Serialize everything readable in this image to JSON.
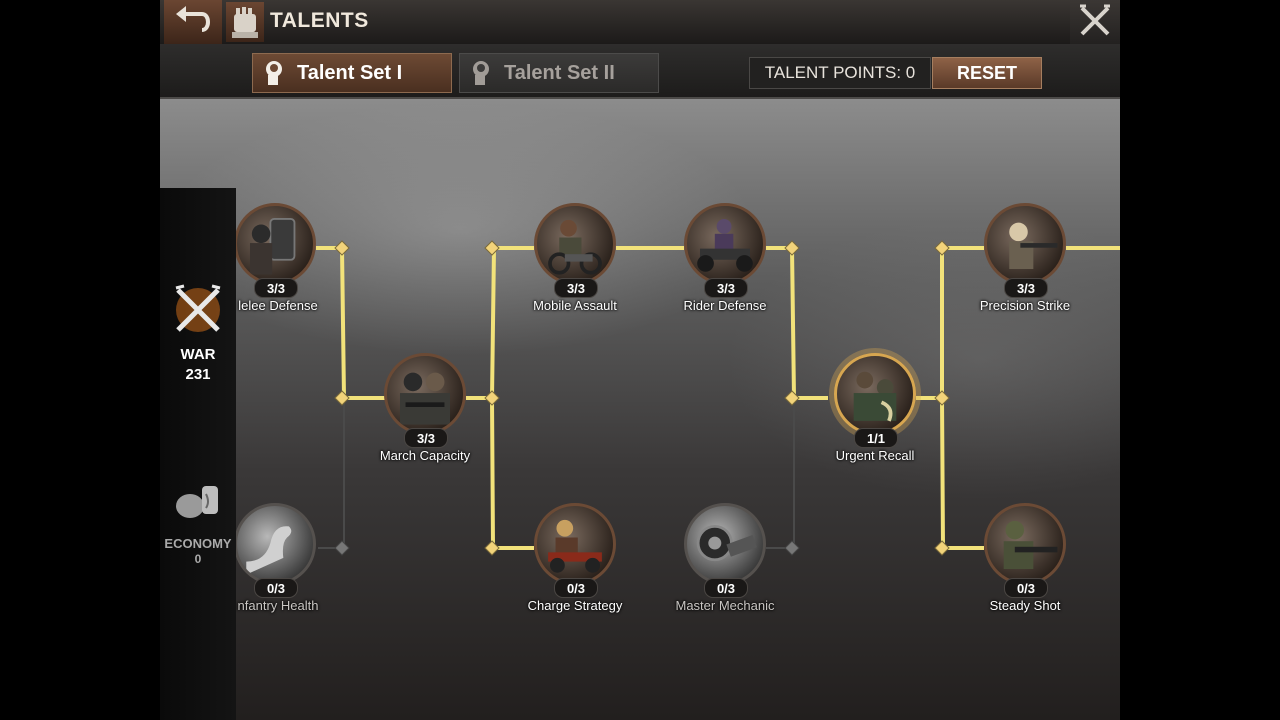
{
  "header": {
    "title": "TALENTS",
    "back_icon": "undo-arrow-icon",
    "close_icon": "crossed-swords-close-icon"
  },
  "tabs": [
    {
      "label": "Talent Set I",
      "active": true
    },
    {
      "label": "Talent Set II",
      "active": false
    }
  ],
  "talent_points": {
    "label": "TALENT POINTS: 0"
  },
  "reset_label": "RESET",
  "categories": [
    {
      "name": "WAR",
      "value": "231",
      "icon": "crossed-rifles-icon",
      "active": true
    },
    {
      "name": "ECONOMY",
      "value": "0",
      "icon": "economy-resources-icon",
      "active": false
    }
  ],
  "talents": [
    {
      "name": "Melee Defense",
      "shown_name": "lelee Defense",
      "count": "3/3"
    },
    {
      "name": "Mobile Assault",
      "count": "3/3"
    },
    {
      "name": "Rider Defense",
      "count": "3/3"
    },
    {
      "name": "Precision Strike",
      "count": "3/3"
    },
    {
      "name": "March Capacity",
      "count": "3/3"
    },
    {
      "name": "Urgent Recall",
      "count": "1/1"
    },
    {
      "name": "Infantry Health",
      "shown_name": "nfantry Health",
      "count": "0/3"
    },
    {
      "name": "Charge Strategy",
      "count": "0/3"
    },
    {
      "name": "Master Mechanic",
      "count": "0/3"
    },
    {
      "name": "Steady Shot",
      "count": "0/3"
    }
  ],
  "colors": {
    "accent_gold": "#f2e27a",
    "tab_active": "#6d4a34",
    "reset_button": "#8e6247"
  }
}
